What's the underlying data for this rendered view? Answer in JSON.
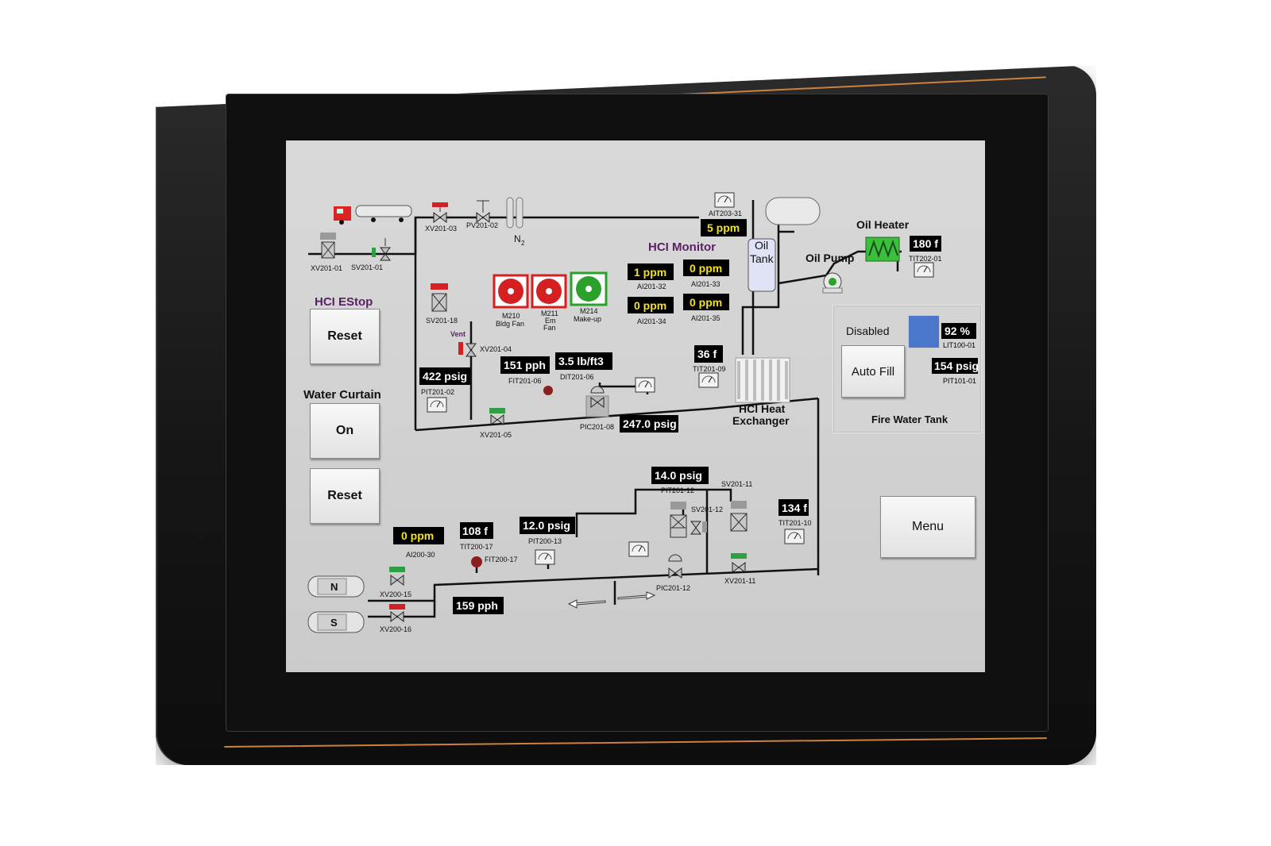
{
  "hmi": {
    "hci_estop": "HCI EStop",
    "reset_1": "Reset",
    "water_curtain": "Water Curtain",
    "on": "On",
    "reset_2": "Reset",
    "hci_monitor": "HCI Monitor",
    "oil_tank_line1": "Oil",
    "oil_tank_line2": "Tank",
    "oil_pump": "Oil Pump",
    "oil_heater": "Oil Heater",
    "heat_exchanger_line1": "HCl Heat",
    "heat_exchanger_line2": "Exchanger",
    "disabled": "Disabled",
    "auto_fill": "Auto Fill",
    "fire_water_tank": "Fire Water Tank",
    "menu": "Menu",
    "vent": "Vent",
    "n2": "N",
    "n2_sub": "2",
    "cyl_n": "N",
    "cyl_s": "S"
  },
  "tags": {
    "xv201_01": "XV201-01",
    "sv201_01": "SV201-01",
    "xv201_03": "XV201-03",
    "pv201_02": "PV201-02",
    "sv201_18": "SV201-18",
    "xv201_04": "XV201-04",
    "pit201_02": "PIT201-02",
    "xv201_05": "XV201-05",
    "fit201_06": "FIT201-06",
    "dit201_06": "DIT201-06",
    "pic201_08": "PIC201-08",
    "tit201_09": "TIT201-09",
    "ait203_31": "AIT203-31",
    "ai201_32": "AI201-32",
    "ai201_33": "AI201-33",
    "ai201_34": "AI201-34",
    "ai201_35": "AI201-35",
    "tit202_01": "TIT202-01",
    "lit100_01": "LIT100-01",
    "pit101_01": "PIT101-01",
    "pit201_12": "PIT201-12",
    "sv201_11": "SV201-11",
    "sv201_12": "SV201-12",
    "tit201_10": "TIT201-10",
    "ai200_30": "AI200-30",
    "tit200_17": "TIT200-17",
    "fit200_17": "FIT200-17",
    "pit200_13": "PIT200-13",
    "pic201_12": "PIC201-12",
    "xv201_11": "XV201-11",
    "xv200_15": "XV200-15",
    "xv200_16": "XV200-16"
  },
  "fans": {
    "m210_name": "M210",
    "m210_desc": "Bldg Fan",
    "m211_name": "M211",
    "m211_desc1": "Em",
    "m211_desc2": "Fan",
    "m214_name": "M214",
    "m214_desc": "Make-up"
  },
  "readings": {
    "p422": "422 psig",
    "f151": "151 pph",
    "d35": "3.5 lb/ft3",
    "p247": "247.0 psig",
    "t36": "36 f",
    "ppm5": "5 ppm",
    "ppm1": "1 ppm",
    "ppm0a": "0 ppm",
    "ppm0b": "0 ppm",
    "ppm0c": "0 ppm",
    "t180": "180 f",
    "lvl92": "92 %",
    "p154": "154 psig",
    "p14": "14.0 psig",
    "t134": "134 f",
    "ppm0d": "0 ppm",
    "t108": "108 f",
    "p12": "12.0 psig",
    "f159": "159 pph"
  },
  "colors": {
    "valve_open": "#2ea043",
    "valve_closed": "#d42020",
    "fan_red": "#d42020",
    "fan_green": "#2aa12a",
    "heater_green": "#3cbf3c",
    "bezel_trim": "#c9833a",
    "reading_yellow": "#f2e21a"
  }
}
